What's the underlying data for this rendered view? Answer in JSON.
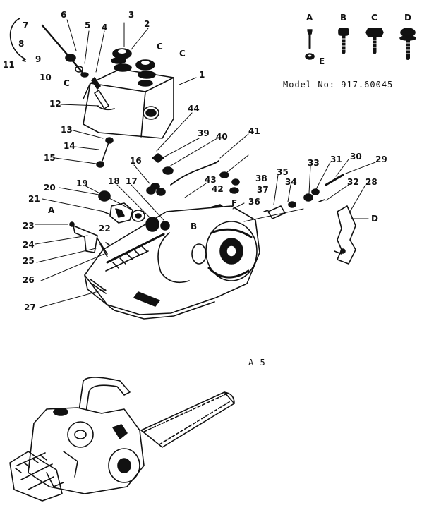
{
  "model_label": "Model No: 917.60045",
  "figure_label": "A-5",
  "hardware_keys": [
    "A",
    "B",
    "C",
    "D",
    "E"
  ],
  "part_numbers": [
    "1",
    "2",
    "3",
    "4",
    "5",
    "6",
    "7",
    "8",
    "9",
    "10",
    "11",
    "12",
    "13",
    "14",
    "15",
    "16",
    "17",
    "18",
    "19",
    "20",
    "21",
    "22",
    "23",
    "24",
    "25",
    "26",
    "27",
    "28",
    "29",
    "30",
    "31",
    "32",
    "33",
    "34",
    "35",
    "36",
    "37",
    "38",
    "39",
    "40",
    "41",
    "42",
    "43",
    "44"
  ],
  "diagram_letters": {
    "c1": "C",
    "c2": "C",
    "c3": "C",
    "a_ref": "A",
    "b_ref": "B",
    "d_ref": "D",
    "f_ref": "F"
  }
}
